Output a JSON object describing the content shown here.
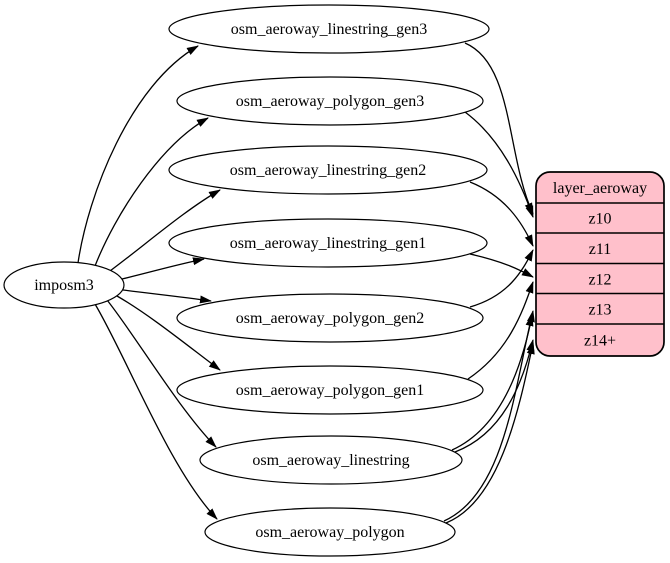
{
  "graph": {
    "background_color": "#ffffff",
    "edge_color": "#000000",
    "node_fill_color": "#ffffff",
    "source": {
      "label": "imposm3"
    },
    "tables": [
      "osm_aeroway_linestring_gen3",
      "osm_aeroway_polygon_gen3",
      "osm_aeroway_linestring_gen2",
      "osm_aeroway_linestring_gen1",
      "osm_aeroway_polygon_gen2",
      "osm_aeroway_polygon_gen1",
      "osm_aeroway_linestring",
      "osm_aeroway_polygon"
    ],
    "layer": {
      "title": "layer_aeroway",
      "rows": [
        "z10",
        "z11",
        "z12",
        "z13",
        "z14+"
      ],
      "fill_color": "#ffc0cb",
      "stroke_color": "#000000"
    },
    "edges": [
      {
        "from": "imposm3",
        "to": "osm_aeroway_linestring_gen3"
      },
      {
        "from": "imposm3",
        "to": "osm_aeroway_polygon_gen3"
      },
      {
        "from": "imposm3",
        "to": "osm_aeroway_linestring_gen2"
      },
      {
        "from": "imposm3",
        "to": "osm_aeroway_linestring_gen1"
      },
      {
        "from": "imposm3",
        "to": "osm_aeroway_polygon_gen2"
      },
      {
        "from": "imposm3",
        "to": "osm_aeroway_polygon_gen1"
      },
      {
        "from": "imposm3",
        "to": "osm_aeroway_linestring"
      },
      {
        "from": "imposm3",
        "to": "osm_aeroway_polygon"
      },
      {
        "from": "osm_aeroway_linestring_gen3",
        "to": "z10"
      },
      {
        "from": "osm_aeroway_polygon_gen3",
        "to": "z10"
      },
      {
        "from": "osm_aeroway_linestring_gen2",
        "to": "z11"
      },
      {
        "from": "osm_aeroway_polygon_gen2",
        "to": "z11"
      },
      {
        "from": "osm_aeroway_linestring_gen1",
        "to": "z12"
      },
      {
        "from": "osm_aeroway_polygon_gen1",
        "to": "z12"
      },
      {
        "from": "osm_aeroway_linestring",
        "to": "z13"
      },
      {
        "from": "osm_aeroway_linestring",
        "to": "z14+"
      },
      {
        "from": "osm_aeroway_polygon",
        "to": "z13"
      },
      {
        "from": "osm_aeroway_polygon",
        "to": "z14+"
      }
    ]
  }
}
